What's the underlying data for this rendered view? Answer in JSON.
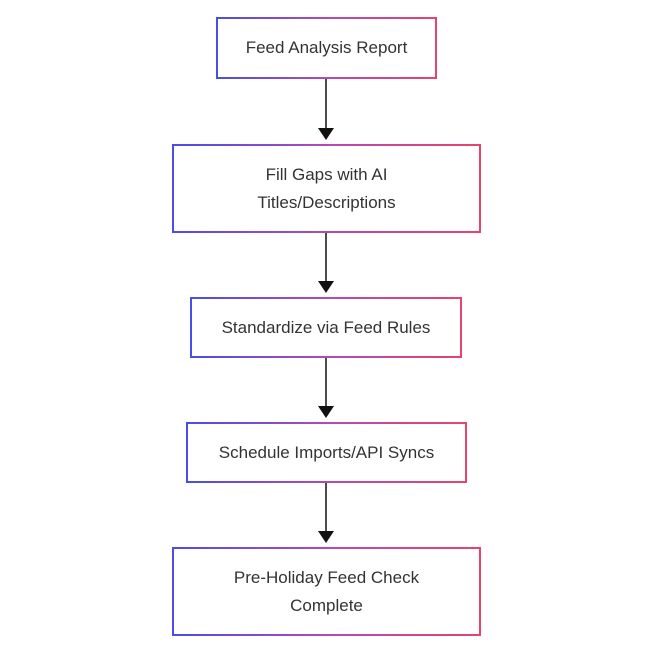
{
  "diagram": {
    "type": "flowchart",
    "direction": "top-to-bottom",
    "nodes": [
      {
        "id": "n1",
        "lines": [
          "Feed Analysis Report"
        ]
      },
      {
        "id": "n2",
        "lines": [
          "Fill Gaps with AI",
          "Titles/Descriptions"
        ]
      },
      {
        "id": "n3",
        "lines": [
          "Standardize via Feed Rules"
        ]
      },
      {
        "id": "n4",
        "lines": [
          "Schedule Imports/API Syncs"
        ]
      },
      {
        "id": "n5",
        "lines": [
          "Pre-Holiday Feed Check",
          "Complete"
        ]
      }
    ],
    "edges": [
      {
        "from": "n1",
        "to": "n2"
      },
      {
        "from": "n2",
        "to": "n3"
      },
      {
        "from": "n3",
        "to": "n4"
      },
      {
        "from": "n4",
        "to": "n5"
      }
    ],
    "colors": {
      "border_left": "#4a4de6",
      "border_right": "#e8436a",
      "arrow": "#111111",
      "text": "#333333"
    }
  }
}
